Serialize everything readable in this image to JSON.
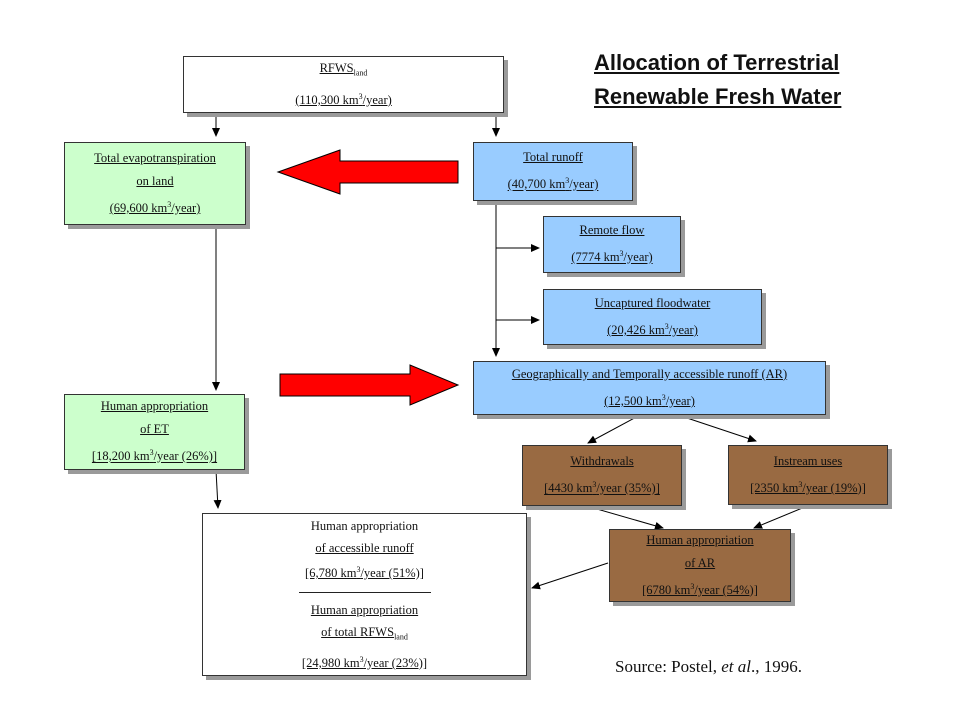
{
  "title": {
    "line1": "Allocation of Terrestrial",
    "line2": "Renewable Fresh Water"
  },
  "source": {
    "prefix": "Source:  Postel, ",
    "italic": "et al",
    "suffix": "., 1996."
  },
  "units": {
    "per_year": "/year)",
    "per_year_bracket": "/year"
  },
  "boxes": {
    "rfws": {
      "label": "RFWS",
      "sub": "land",
      "value": "(110,300 km"
    },
    "total_et": {
      "line1": "Total evapotranspiration",
      "line2": "on land",
      "value": "(69,600 km"
    },
    "total_runoff": {
      "line1": "Total runoff",
      "value": "(40,700 km"
    },
    "remote_flow": {
      "line1": "Remote flow",
      "value": "(7774 km"
    },
    "uncaptured": {
      "line1": "Uncaptured floodwater",
      "value": "(20,426 km"
    },
    "accessible_runoff": {
      "line1": "Geographically and Temporally accessible runoff (AR)",
      "value": "(12,500 km"
    },
    "human_et": {
      "line1": "Human appropriation",
      "line2": "of ET",
      "value": "[18,200 km",
      "tail": "/year (26%)]"
    },
    "withdrawals": {
      "line1": "Withdrawals",
      "value": "[4430 km",
      "tail": "/year (35%)]"
    },
    "instream": {
      "line1": "Instream uses",
      "value": "[2350 km",
      "tail": "/year (19%)]"
    },
    "human_ar": {
      "line1": "Human appropriation",
      "line2": "of AR",
      "value": "[6780 km",
      "tail": "/year (54%)]"
    },
    "human_total": {
      "line1": "Human appropriation",
      "line2": "of accessible runoff",
      "value1": "[6,780 km",
      "tail1": "/year (51%)]",
      "line3": "Human appropriation",
      "line4": "of total RFWS",
      "sub": "land",
      "value2": "[24,980 km",
      "tail2": "/year (23%)]"
    }
  },
  "colors": {
    "white_box": "#ffffff",
    "green_box": "#ccffcc",
    "blue_box": "#99ccff",
    "brown_box": "#996a42",
    "big_arrow": "#ff0000"
  },
  "icons": {
    "big_arrow_left": "red-block-arrow-left",
    "big_arrow_right": "red-block-arrow-right"
  }
}
